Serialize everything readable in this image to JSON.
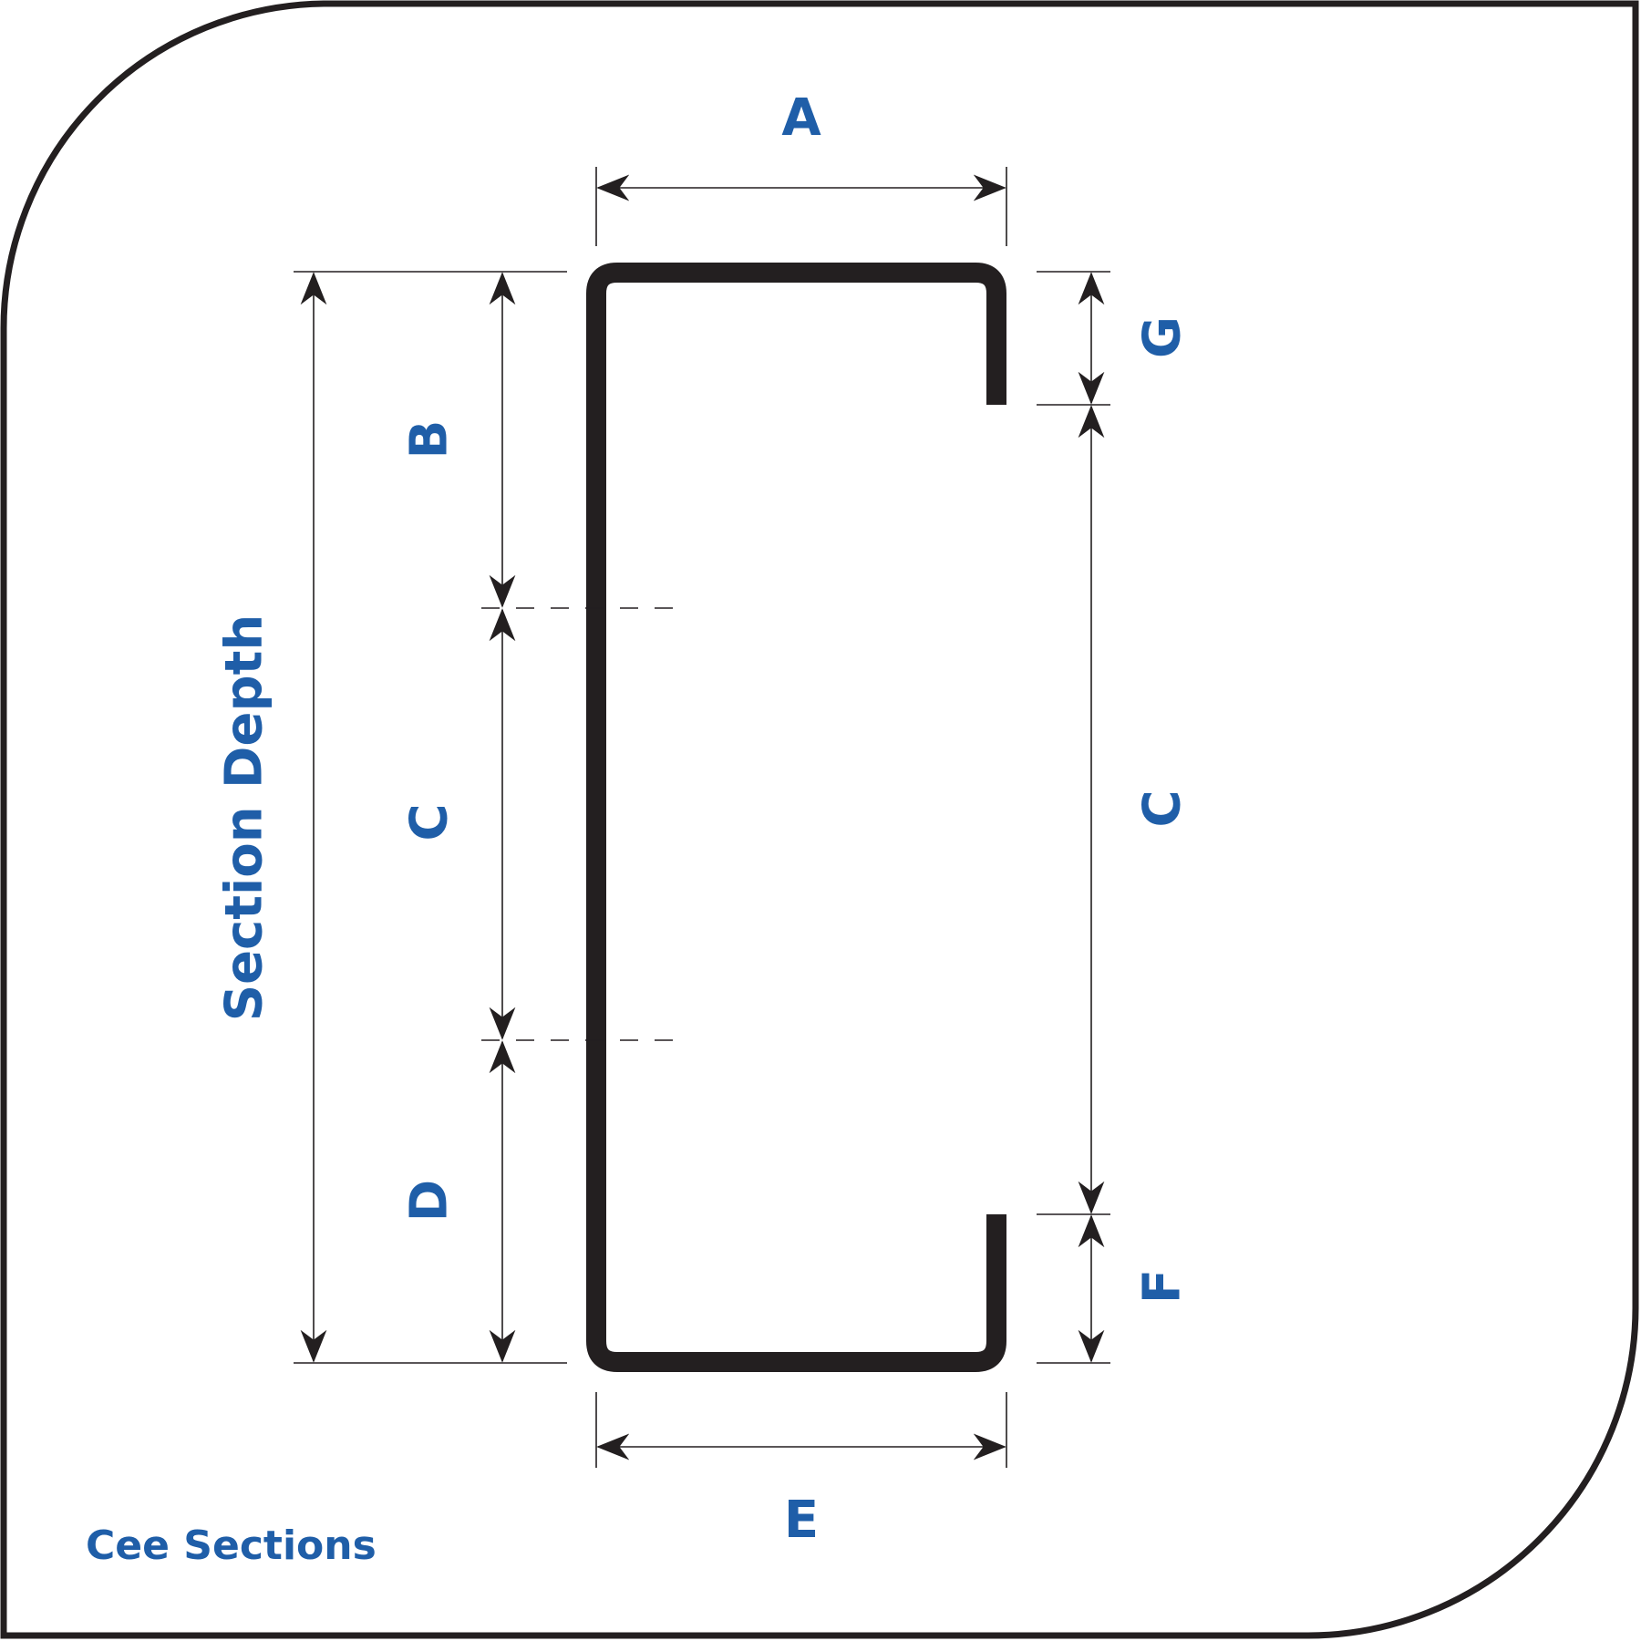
{
  "diagram": {
    "title": "Cee Sections",
    "depth_label": "Section Depth",
    "dimensions": {
      "a": "A",
      "b": "B",
      "c_left": "C",
      "d": "D",
      "e": "E",
      "f": "F",
      "g": "G",
      "c_right": "C"
    }
  },
  "colors": {
    "label": "#1f5ea8",
    "line": "#231f20",
    "background": "#ffffff"
  }
}
